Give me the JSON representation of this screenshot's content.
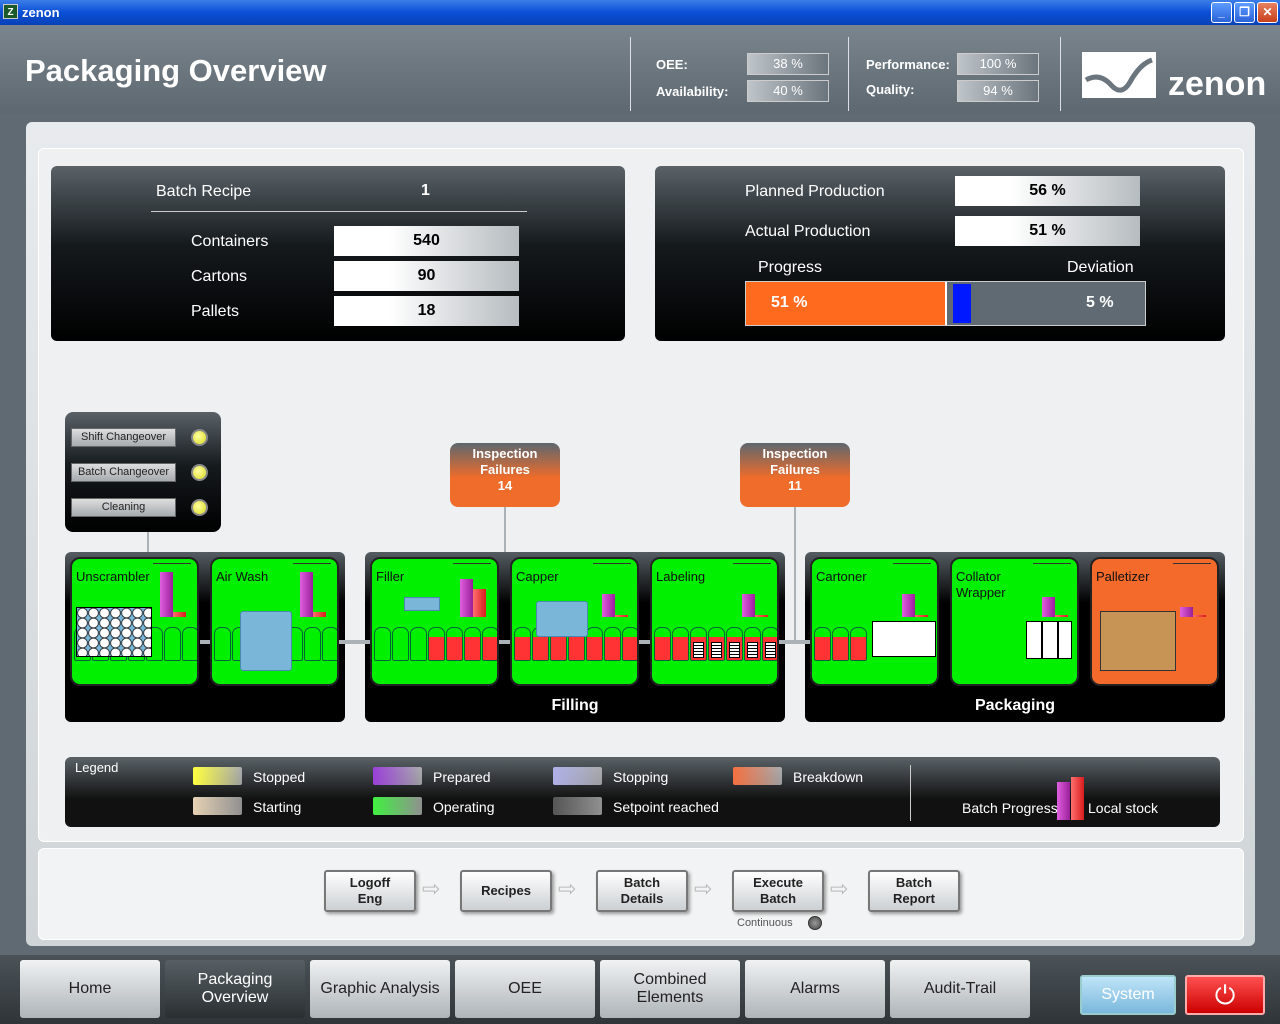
{
  "window": {
    "title": "zenon",
    "minimize": "_",
    "maximize": "❐",
    "close": "✕"
  },
  "header": {
    "title": "Packaging Overview",
    "kpis": {
      "oee_label": "OEE:",
      "oee": "38 %",
      "availability_label": "Availability:",
      "availability": "40 %",
      "performance_label": "Performance:",
      "performance": "100 %",
      "quality_label": "Quality:",
      "quality": "94 %"
    },
    "logo": "zenon"
  },
  "batch": {
    "recipe_label": "Batch Recipe",
    "recipe": "1",
    "containers_label": "Containers",
    "containers": "540",
    "cartons_label": "Cartons",
    "cartons": "90",
    "pallets_label": "Pallets",
    "pallets": "18"
  },
  "production": {
    "planned_label": "Planned Production",
    "planned": "56 %",
    "actual_label": "Actual Production",
    "actual": "51 %",
    "progress_label": "Progress",
    "deviation_label": "Deviation",
    "progress": "51 %",
    "progress_value": 51,
    "deviation": "5 %",
    "deviation_value": 5
  },
  "status_panel": {
    "shift": "Shift Changeover",
    "batch": "Batch Changeover",
    "cleaning": "Cleaning"
  },
  "inspections": [
    {
      "label": "Inspection Failures",
      "count": "14"
    },
    {
      "label": "Inspection Failures",
      "count": "11"
    }
  ],
  "groups": {
    "filling": "Filling",
    "packaging": "Packaging"
  },
  "machines": [
    {
      "name": "Unscrambler",
      "progress": 0.9,
      "stock": 0.1
    },
    {
      "name": "Air Wash",
      "progress": 0.9,
      "stock": 0.1
    },
    {
      "name": "Filler",
      "progress": 0.75,
      "stock": 0.55
    },
    {
      "name": "Capper",
      "progress": 0.45,
      "stock": 0.03
    },
    {
      "name": "Labeling",
      "progress": 0.45,
      "stock": 0.03
    },
    {
      "name": "Cartoner",
      "progress": 0.45,
      "stock": 0.03
    },
    {
      "name": "Collator Wrapper",
      "progress": 0.4,
      "stock": 0.03
    },
    {
      "name": "Palletizer",
      "progress": 0.2,
      "stock": 0.03
    }
  ],
  "legend": {
    "title": "Legend",
    "items": [
      {
        "label": "Stopped",
        "color": "#ffff40"
      },
      {
        "label": "Starting",
        "color": "#e6d2b4"
      },
      {
        "label": "Prepared",
        "color": "#9a40d8"
      },
      {
        "label": "Operating",
        "color": "#40f040"
      },
      {
        "label": "Stopping",
        "color": "#b0b0e8"
      },
      {
        "label": "Setpoint reached",
        "color": "#555555"
      },
      {
        "label": "Breakdown",
        "color": "#f47040"
      }
    ],
    "batch_progress": "Batch Progress",
    "local_stock": "Local stock"
  },
  "workflow": {
    "steps": [
      "Logoff\nEng",
      "Recipes",
      "Batch\nDetails",
      "Execute\nBatch",
      "Batch\nReport"
    ],
    "continuous": "Continuous"
  },
  "nav": {
    "items": [
      "Home",
      "Packaging Overview",
      "Graphic Analysis",
      "OEE",
      "Combined Elements",
      "Alarms",
      "Audit-Trail"
    ],
    "active": 1,
    "system": "System",
    "power": "⏻"
  }
}
